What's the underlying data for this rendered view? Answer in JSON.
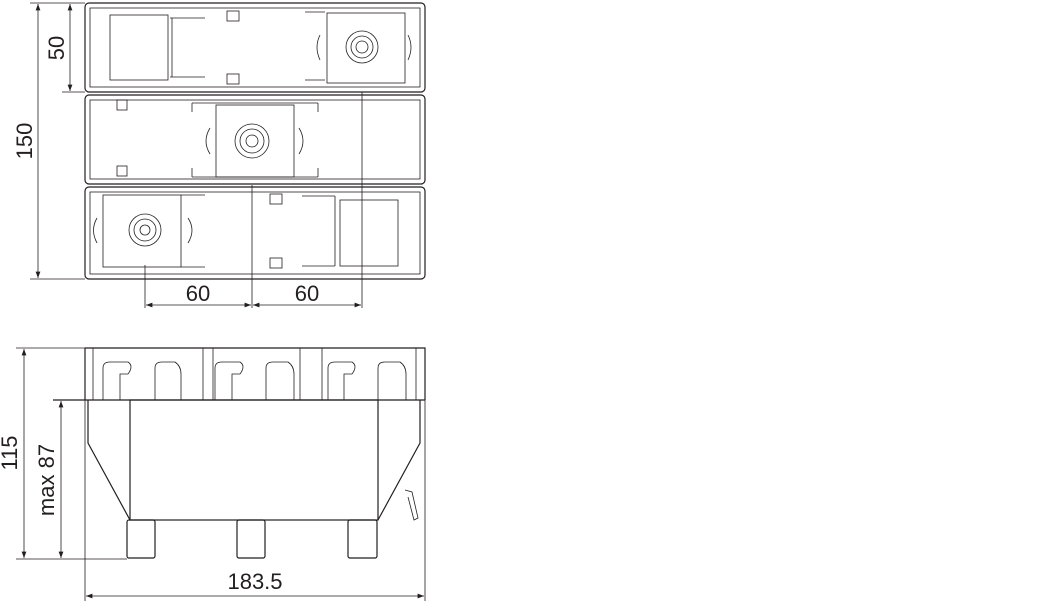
{
  "top_view": {
    "dimensions": {
      "module_height": "50",
      "total_height": "150",
      "spacing_left": "60",
      "spacing_right": "60"
    }
  },
  "side_view": {
    "dimensions": {
      "total_depth": "115",
      "max_depth": "max 87",
      "width": "183.5"
    }
  },
  "colors": {
    "line": "#231f20",
    "background": "#ffffff"
  }
}
